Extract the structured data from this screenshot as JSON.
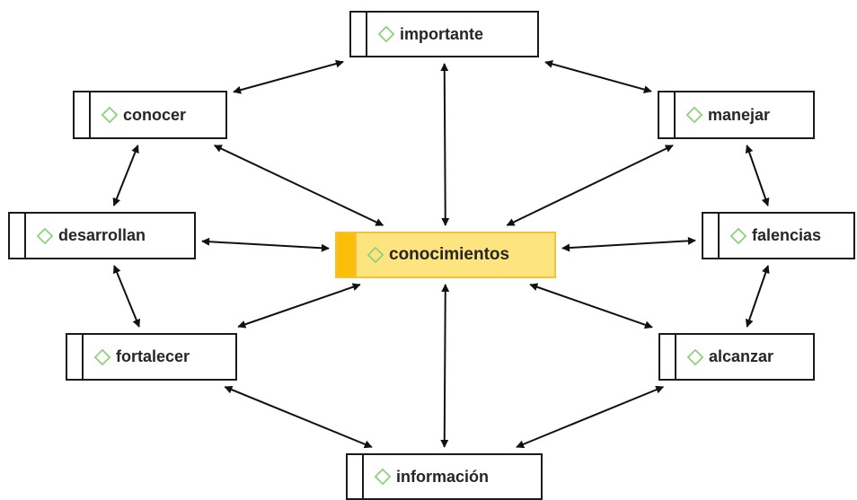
{
  "diagram": {
    "center": {
      "id": "conocimientos",
      "label": "conocimientos"
    },
    "nodes": [
      {
        "id": "importante",
        "label": "importante"
      },
      {
        "id": "conocer",
        "label": "conocer"
      },
      {
        "id": "manejar",
        "label": "manejar"
      },
      {
        "id": "desarrollan",
        "label": "desarrollan"
      },
      {
        "id": "falencias",
        "label": "falencias"
      },
      {
        "id": "fortalecer",
        "label": "fortalecer"
      },
      {
        "id": "alcanzar",
        "label": "alcanzar"
      },
      {
        "id": "informacion",
        "label": "información"
      }
    ],
    "connections": [
      [
        "importante",
        "conocer"
      ],
      [
        "importante",
        "manejar"
      ],
      [
        "importante",
        "conocimientos"
      ],
      [
        "conocer",
        "desarrollan"
      ],
      [
        "conocer",
        "conocimientos"
      ],
      [
        "manejar",
        "falencias"
      ],
      [
        "manejar",
        "conocimientos"
      ],
      [
        "desarrollan",
        "conocimientos"
      ],
      [
        "falencias",
        "conocimientos"
      ],
      [
        "desarrollan",
        "fortalecer"
      ],
      [
        "falencias",
        "alcanzar"
      ],
      [
        "fortalecer",
        "conocimientos"
      ],
      [
        "alcanzar",
        "conocimientos"
      ],
      [
        "fortalecer",
        "informacion"
      ],
      [
        "alcanzar",
        "informacion"
      ],
      [
        "informacion",
        "conocimientos"
      ]
    ],
    "arrow_type": "bidirectional",
    "colors": {
      "line": "#111111",
      "node_border": "#1a1a1a",
      "diamond": "#8fd17a",
      "central_fill": "#fde47f",
      "central_bar": "#fbbf0a",
      "central_border": "#f3c13a"
    }
  }
}
